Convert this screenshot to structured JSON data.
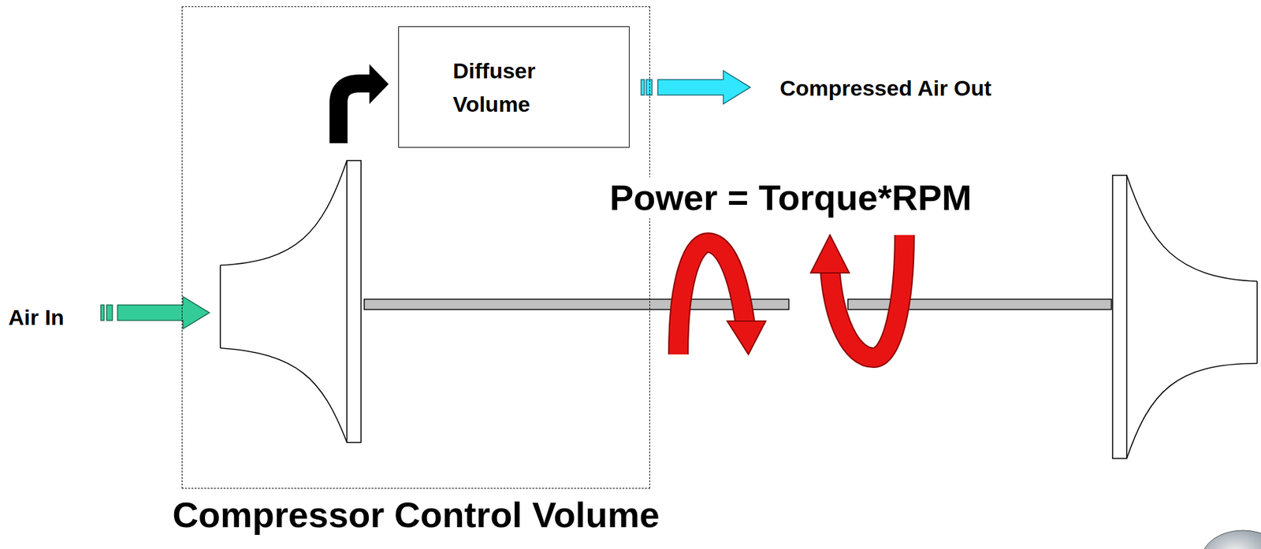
{
  "diagram": {
    "nodes": [
      {
        "text": [
          "Compressor Control Volume"
        ]
      },
      {
        "text": [
          "Diffuser Volume"
        ],
        "in": 0
      }
    ],
    "labels": [
      "Air In",
      "Compressed Air Out",
      "Power = Torque*RPM"
    ]
  }
}
